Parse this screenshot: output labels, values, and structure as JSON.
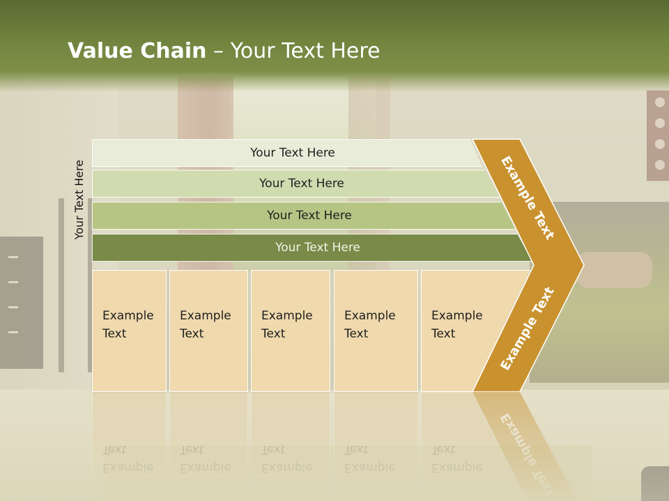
{
  "slide": {
    "title_bold": "Value Chain",
    "title_rest": " – Your Text Here"
  },
  "diagram": {
    "vertical_label": "Your Text Here",
    "bands": [
      {
        "label": "Your Text Here",
        "color": "#e8ecd8"
      },
      {
        "label": "Your Text Here",
        "color": "#d0dbb0"
      },
      {
        "label": "Your Text Here",
        "color": "#b6c584"
      },
      {
        "label": "Your Text Here",
        "color": "#7a8a48"
      }
    ],
    "columns": [
      {
        "label": "Example\nText"
      },
      {
        "label": "Example\nText"
      },
      {
        "label": "Example\nText"
      },
      {
        "label": "Example\nText"
      },
      {
        "label": "Example\nText"
      }
    ],
    "chevron": {
      "upper_label": "Example Text",
      "lower_label": "Example Text",
      "color": "#c9922f"
    }
  },
  "colors": {
    "header": "#6f823c",
    "column_fill": "#efd9ad"
  }
}
